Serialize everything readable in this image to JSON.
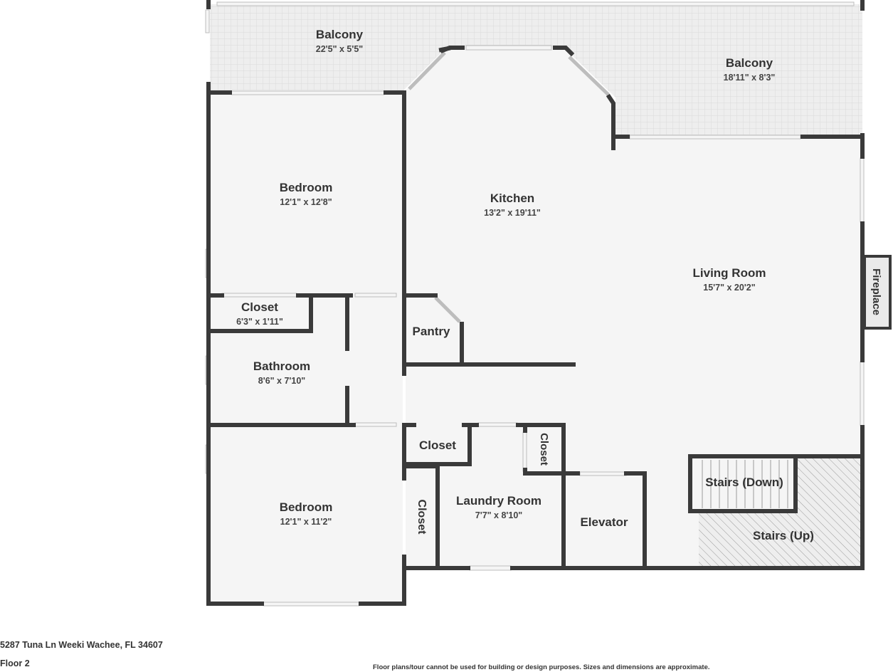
{
  "rooms": {
    "balcony_left": {
      "name": "Balcony",
      "dims": "22'5\" x 5'5\""
    },
    "balcony_right": {
      "name": "Balcony",
      "dims": "18'11\" x 8'3\""
    },
    "bedroom_top": {
      "name": "Bedroom",
      "dims": "12'1\" x 12'8\""
    },
    "kitchen": {
      "name": "Kitchen",
      "dims": "13'2\" x 19'11\""
    },
    "living_room": {
      "name": "Living Room",
      "dims": "15'7\" x 20'2\""
    },
    "fireplace": {
      "name": "Fireplace"
    },
    "closet_top": {
      "name": "Closet",
      "dims": "6'3\" x 1'11\""
    },
    "pantry": {
      "name": "Pantry"
    },
    "bathroom": {
      "name": "Bathroom",
      "dims": "8'6\" x 7'10\""
    },
    "closet_mid": {
      "name": "Closet"
    },
    "closet_laundry": {
      "name": "Closet"
    },
    "stairs_down": {
      "name": "Stairs (Down)"
    },
    "bedroom_bottom": {
      "name": "Bedroom",
      "dims": "12'1\" x 11'2\""
    },
    "closet_vertical": {
      "name": "Closet"
    },
    "laundry_room": {
      "name": "Laundry Room",
      "dims": "7'7\" x 8'10\""
    },
    "elevator": {
      "name": "Elevator"
    },
    "stairs_up": {
      "name": "Stairs (Up)"
    }
  },
  "footer": {
    "address": "5287 Tuna Ln Weeki Wachee, FL 34607",
    "floor": "Floor 2",
    "disclaimer": "Floor plans/tour cannot be used for building or design purposes. Sizes and dimensions are approximate."
  },
  "colors": {
    "wall": "#3a3a3a",
    "floor": "#f5f5f5",
    "balcony": "#eeeeee",
    "window": "#d9d9d9"
  }
}
